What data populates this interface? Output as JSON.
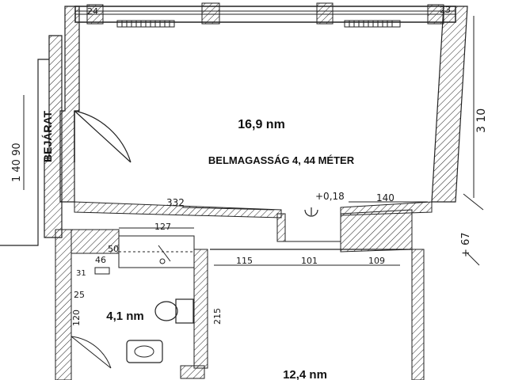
{
  "rooms": {
    "main": {
      "area": "16,9 nm",
      "height_note": "BELMAGASSÁG 4, 44 MÉTER"
    },
    "bath": {
      "area": "4,1 nm"
    },
    "lower": {
      "area": "12,4 nm"
    }
  },
  "entrance": {
    "label": "BEJÁRAT"
  },
  "dimensions": {
    "top_left": "24",
    "top_right": "23",
    "right_wall": "3 10",
    "main_width": "332",
    "level": "+0,18",
    "right_seg": "140",
    "right_plus": "+ 67",
    "left_stack": "1 40   90",
    "bath_width": "127",
    "d50": "50",
    "d46": "46",
    "d31": "31",
    "d25": "25",
    "d120": "120",
    "d215": "215",
    "d115": "115",
    "d101": "101",
    "d109": "109"
  },
  "colors": {
    "wall_line": "#1a1a1a",
    "ink": "#111111"
  }
}
